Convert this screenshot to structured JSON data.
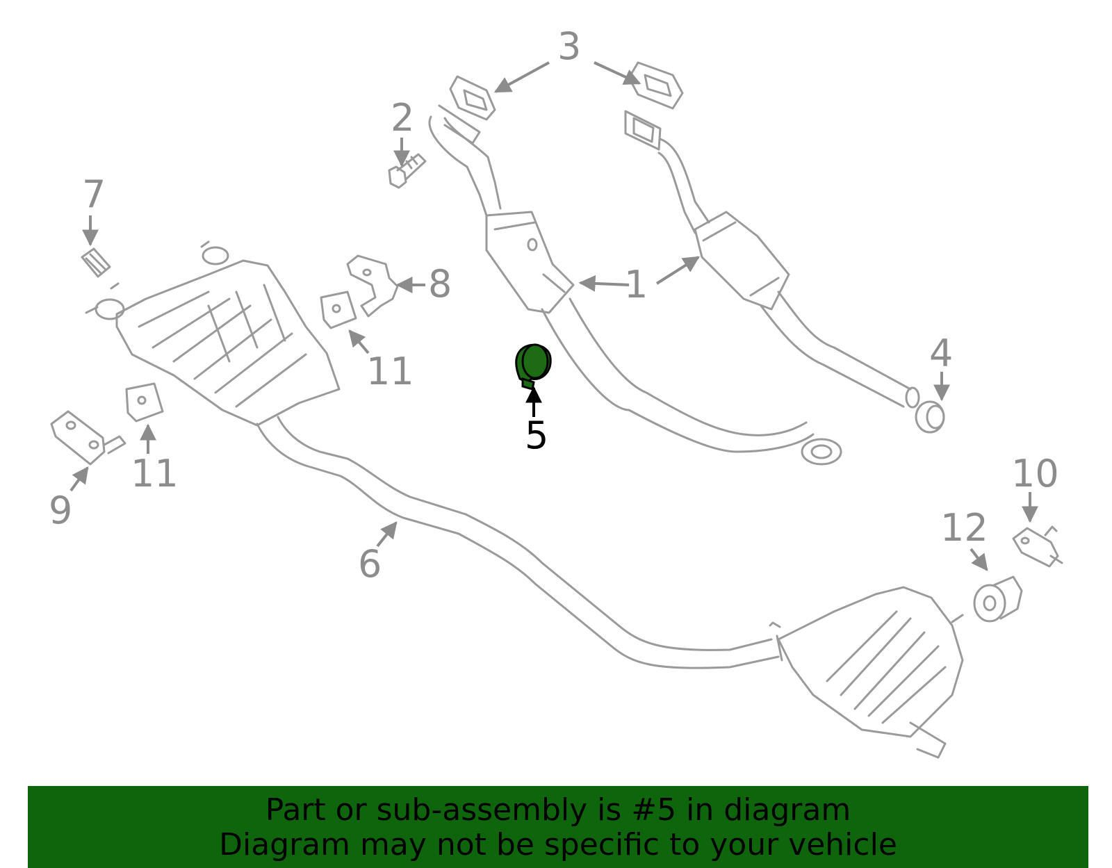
{
  "callouts": {
    "c1": "1",
    "c2": "2",
    "c3": "3",
    "c4": "4",
    "c5": "5",
    "c6": "6",
    "c7": "7",
    "c8": "8",
    "c9": "9",
    "c10": "10",
    "c11a": "11",
    "c11b": "11",
    "c12": "12"
  },
  "highlighted_part": "5",
  "banner": {
    "line1": "Part or sub-assembly is #5 in diagram",
    "line2": "Diagram may not be specific to your vehicle"
  },
  "colors": {
    "banner_bg": "#0f650c",
    "highlight_fill": "#1d6b14",
    "part_stroke": "#9a9a9a",
    "label_gray": "#8c8c8c",
    "active_label": "#000000"
  }
}
